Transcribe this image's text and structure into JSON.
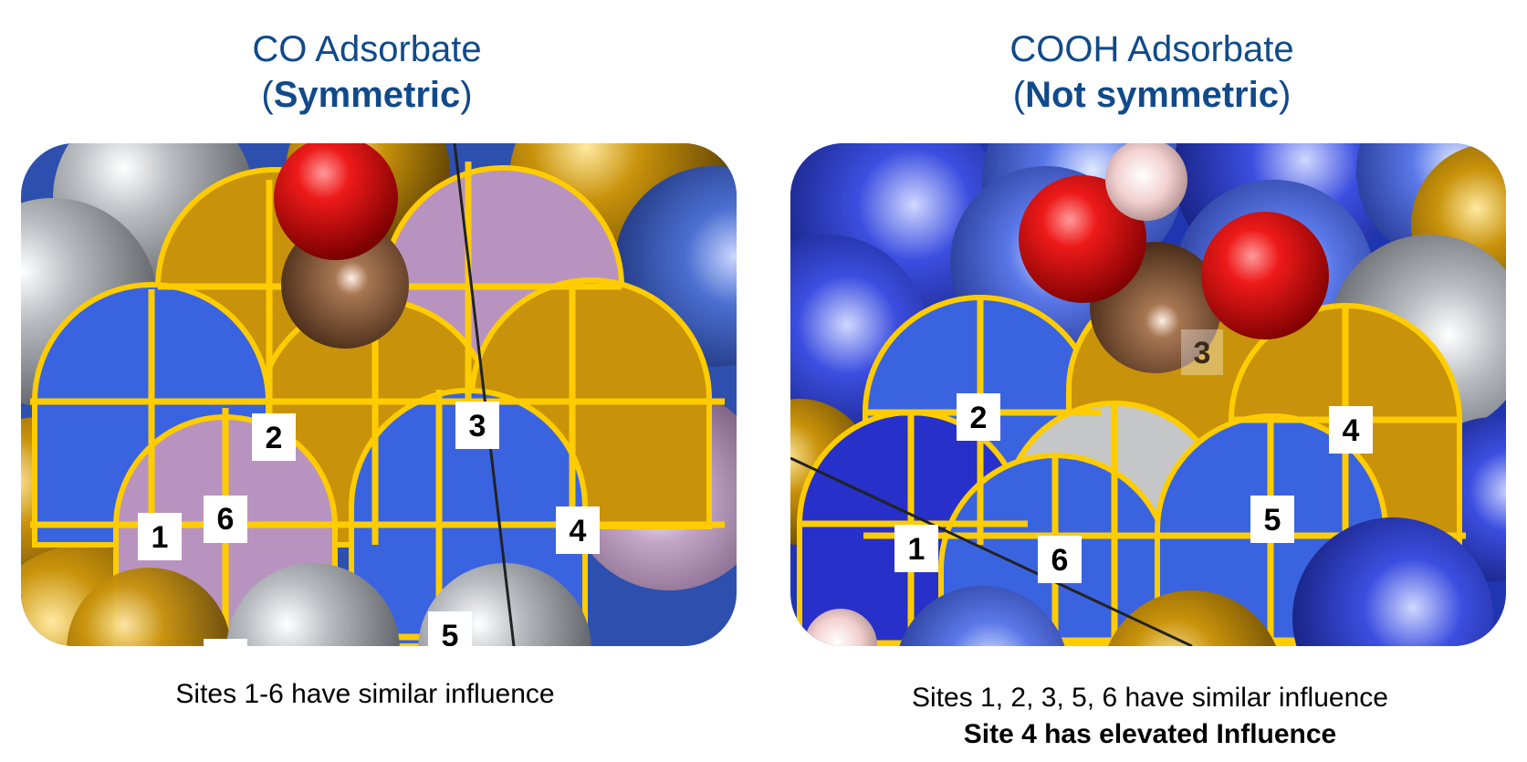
{
  "left": {
    "title_line1": "CO Adsorbate",
    "title_open": "(",
    "title_emph": "Symmetric",
    "title_close": ")",
    "site_labels": [
      "1",
      "2",
      "3",
      "4",
      "5",
      "6"
    ],
    "caption": "Sites 1-6 have similar influence"
  },
  "right": {
    "title_line1": "COOH Adsorbate",
    "title_open": "(",
    "title_emph": "Not symmetric",
    "title_close": ")",
    "site_labels": [
      "1",
      "2",
      "3",
      "4",
      "5",
      "6"
    ],
    "caption_line1": "Sites 1, 2, 3, 5, 6 have similar influence",
    "caption_line2": "Site 4 has elevated Influence"
  },
  "colors": {
    "title": "#114a8a",
    "grid": "#ffcc00",
    "gold_site": "#c8920a",
    "blue_site": "#3a63e0",
    "pink_site": "#b893c0",
    "gray_site": "#c4c6c8",
    "oxygen": "#e31515",
    "carbon": "#7a4e2e",
    "hydrogen": "#f2cfcf"
  }
}
